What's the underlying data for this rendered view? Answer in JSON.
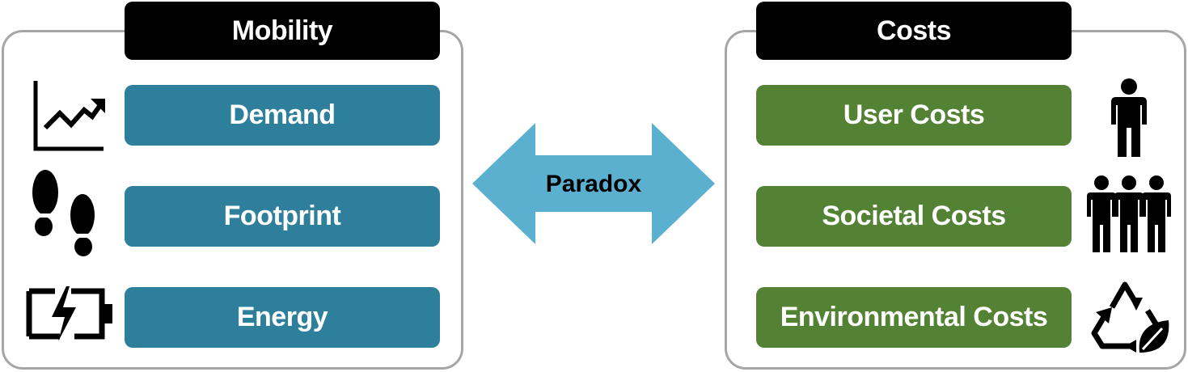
{
  "left": {
    "title": "Mobility",
    "items": [
      {
        "label": "Demand",
        "icon": "growth-chart-icon"
      },
      {
        "label": "Footprint",
        "icon": "footprints-icon"
      },
      {
        "label": "Energy",
        "icon": "battery-charging-icon"
      }
    ],
    "color": "#2e7f9c"
  },
  "center": {
    "label": "Paradox",
    "arrow_color": "#5bb0d0"
  },
  "right": {
    "title": "Costs",
    "items": [
      {
        "label": "User Costs",
        "icon": "person-icon"
      },
      {
        "label": "Societal Costs",
        "icon": "group-of-people-icon"
      },
      {
        "label": "Environmental Costs",
        "icon": "recycle-leaf-icon"
      }
    ],
    "color": "#548235"
  }
}
